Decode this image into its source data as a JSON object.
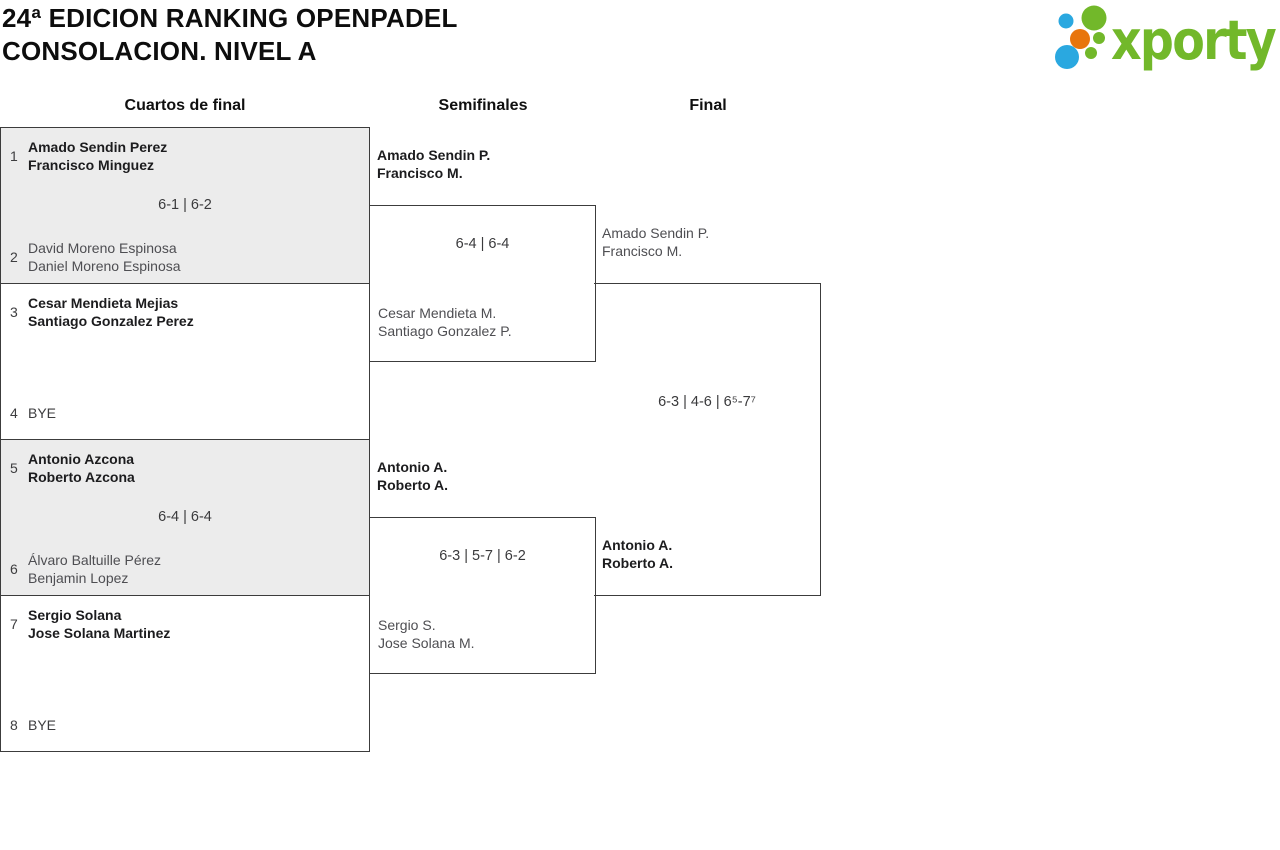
{
  "title": {
    "line1": "24ª EDICION RANKING OPENPADEL",
    "line2": "CONSOLACION. NIVEL A"
  },
  "logo": {
    "brand": "xporty"
  },
  "colors": {
    "logo_green": "#72b82a",
    "logo_blue": "#2aa8e0",
    "logo_orange": "#e8750c",
    "shaded_match_bg": "#ececec",
    "border": "#3c3c3c"
  },
  "headers": {
    "quarterfinals": "Cuartos de final",
    "semifinals": "Semifinales",
    "final": "Final"
  },
  "bracket": {
    "quarterfinals": [
      {
        "seed_top": "1",
        "top": [
          "Amado Sendin Perez",
          "Francisco Minguez"
        ],
        "score": "6-1 | 6-2",
        "seed_bottom": "2",
        "bottom": [
          "David Moreno Espinosa",
          "Daniel Moreno Espinosa"
        ]
      },
      {
        "seed_top": "3",
        "top": [
          "Cesar Mendieta Mejias",
          "Santiago Gonzalez Perez"
        ],
        "score": "",
        "seed_bottom": "4",
        "bottom": [
          "BYE",
          ""
        ]
      },
      {
        "seed_top": "5",
        "top": [
          "Antonio Azcona",
          "Roberto Azcona"
        ],
        "score": "6-4 | 6-4",
        "seed_bottom": "6",
        "bottom": [
          "Álvaro Baltuille Pérez",
          "Benjamin Lopez"
        ]
      },
      {
        "seed_top": "7",
        "top": [
          "Sergio Solana",
          "Jose Solana Martinez"
        ],
        "score": "",
        "seed_bottom": "8",
        "bottom": [
          "BYE",
          ""
        ]
      }
    ],
    "semifinals": [
      {
        "top": [
          "Amado Sendin P.",
          "Francisco M."
        ],
        "score": "6-4 | 6-4",
        "bottom": [
          "Cesar Mendieta M.",
          "Santiago Gonzalez P."
        ]
      },
      {
        "top": [
          "Antonio A.",
          "Roberto A."
        ],
        "score": "6-3 | 5-7 | 6-2",
        "bottom": [
          "Sergio S.",
          "Jose Solana M."
        ]
      }
    ],
    "final": {
      "top": [
        "Amado Sendin P.",
        "Francisco M."
      ],
      "score": "6-3 | 4-6 | 6⁵-7⁷",
      "bottom": [
        "Antonio A.",
        "Roberto A."
      ]
    }
  }
}
